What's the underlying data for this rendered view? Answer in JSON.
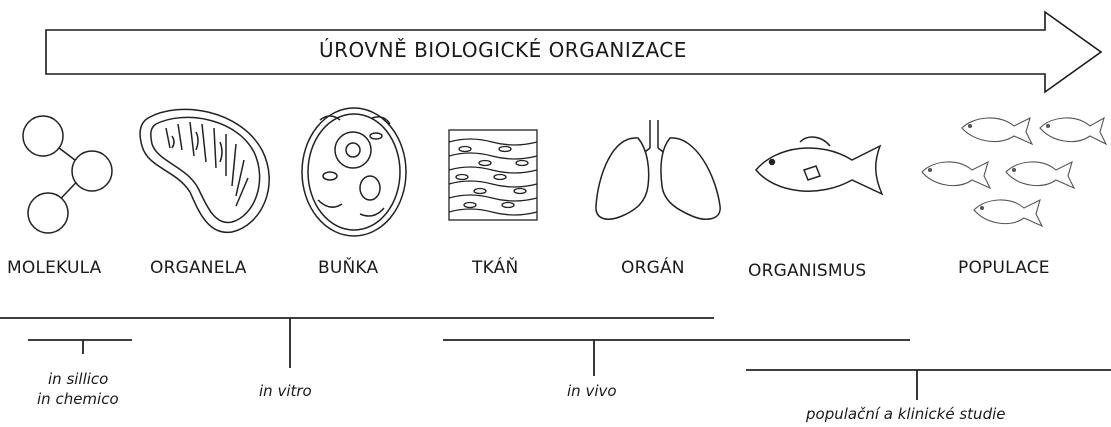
{
  "title": "ÚROVNĚ BIOLOGICKÉ ORGANIZACE",
  "levels": [
    "MOLEKULA",
    "ORGANELA",
    "BUŇKA",
    "TKÁŇ",
    "ORGÁN",
    "ORGANISMUS",
    "POPULACE"
  ],
  "methods": {
    "in_sillico": "in sillico",
    "in_chemico": "in chemico",
    "in_vitro": "in vitro",
    "in_vivo": "in vivo",
    "population": "populační a klinické studie"
  },
  "icons": [
    "molecule-icon",
    "mitochondrion-icon",
    "cell-icon",
    "tissue-icon",
    "lungs-icon",
    "fish-icon",
    "fish-school-icon"
  ]
}
